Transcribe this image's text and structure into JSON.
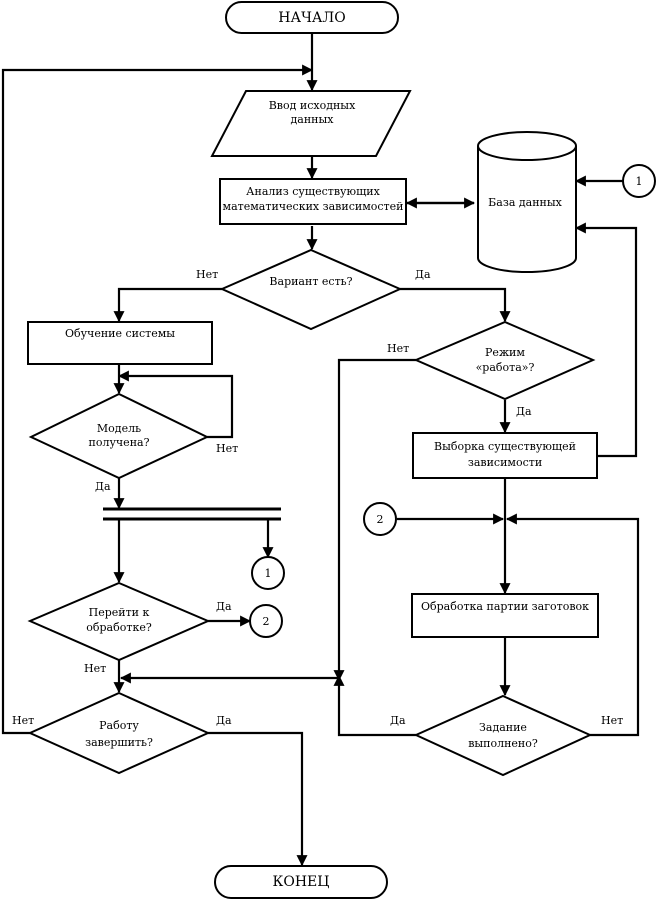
{
  "start": "НАЧАЛО",
  "end": "КОНЕЦ",
  "input": [
    "Ввод исходных",
    "данных"
  ],
  "analysis": [
    "Анализ существующих",
    "математических зависимостей"
  ],
  "database": "База данных",
  "variant_question": "Вариант есть?",
  "training": "Обучение системы",
  "model_question": [
    "Модель",
    "получена?"
  ],
  "mode_question": [
    "Режим",
    "«работа»?"
  ],
  "selection": [
    "Выборка существующей",
    "зависимости"
  ],
  "processing": "Обработка партии заготовок",
  "goto_question": [
    "Перейти к",
    "обработке?"
  ],
  "finish_question": [
    "Работу",
    "завершить?"
  ],
  "done_question": [
    "Задание",
    "выполнено?"
  ],
  "connector_1": "1",
  "connector_2": "2",
  "yes": "Да",
  "no": "Нет"
}
